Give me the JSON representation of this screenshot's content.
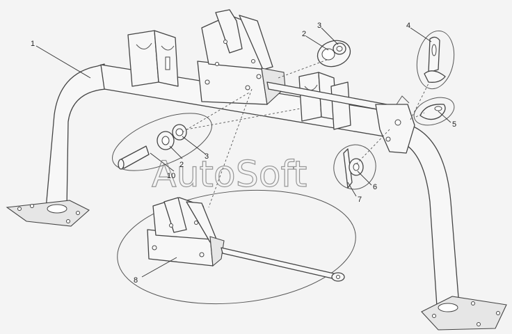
{
  "watermark": "AutoSoft",
  "callouts": {
    "c1": "1",
    "c2a": "2",
    "c3a": "3",
    "c4": "4",
    "c5": "5",
    "c2b": "2",
    "c3b": "3",
    "c10": "10",
    "c6": "6",
    "c7": "7",
    "c8": "8"
  },
  "colors": {
    "line": "#444444",
    "background": "#f4f4f4"
  }
}
